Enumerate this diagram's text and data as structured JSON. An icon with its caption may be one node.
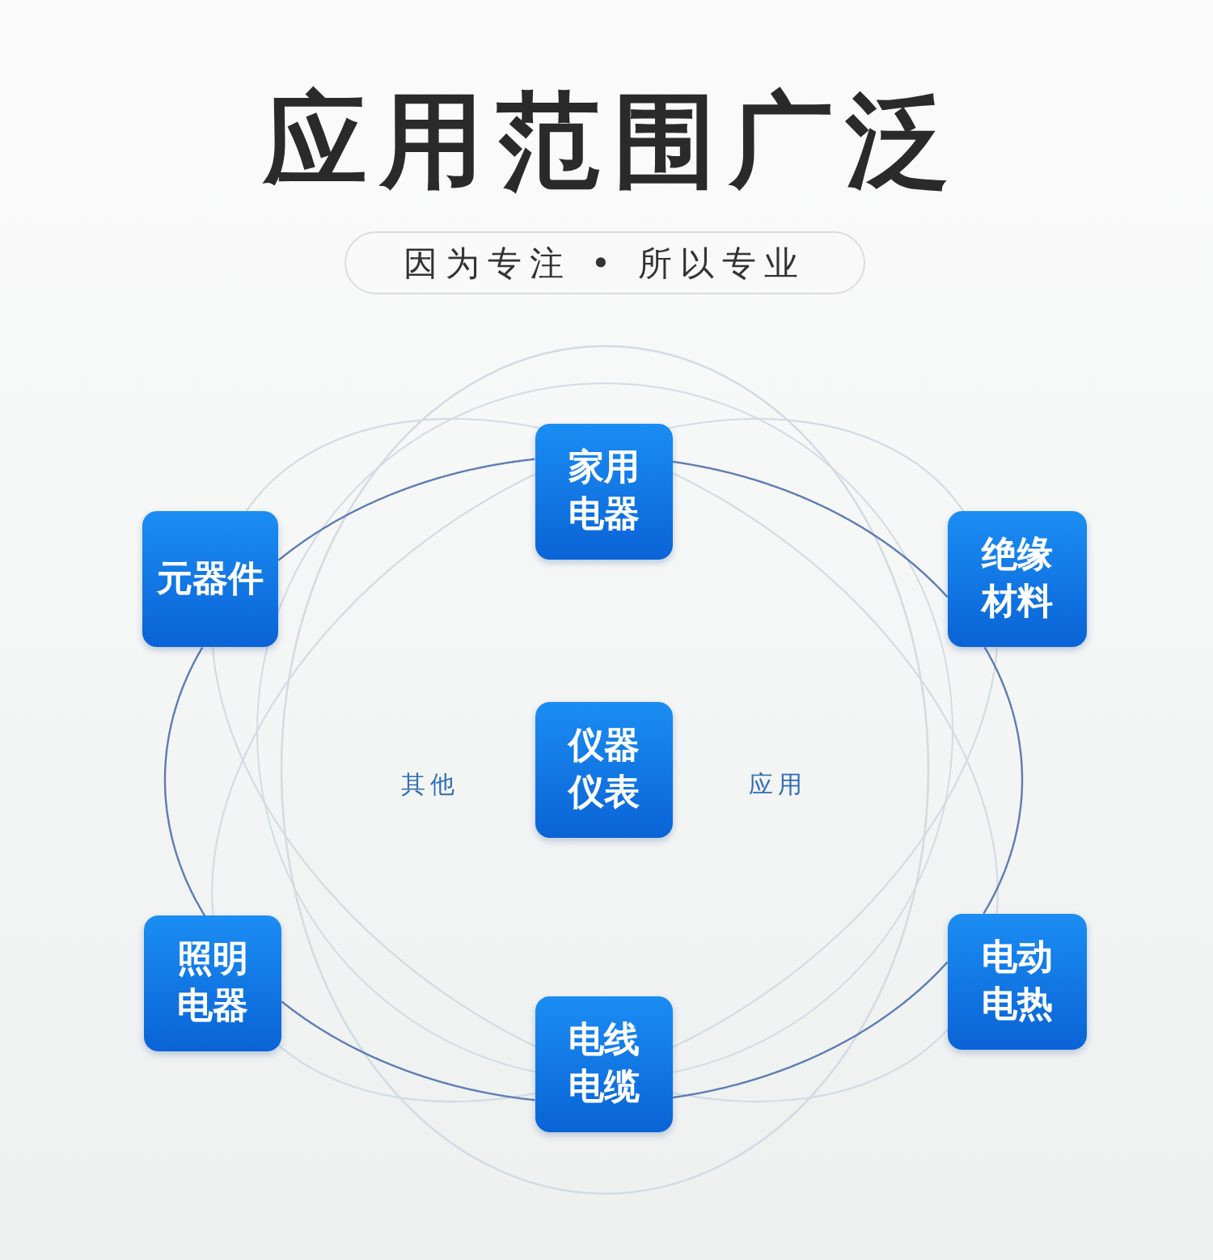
{
  "diagram": {
    "title": "应用范围广泛",
    "nodes": [
      {
        "text": [
          "因为专注 • 所以专业"
        ]
      },
      {
        "text": [
          "家用电器"
        ]
      },
      {
        "text": [
          "元器件"
        ]
      },
      {
        "text": [
          "绝缘材料"
        ]
      },
      {
        "text": [
          "仪器仪表"
        ]
      },
      {
        "text": [
          "照明电器"
        ]
      },
      {
        "text": [
          "电动电热"
        ]
      },
      {
        "text": [
          "电线电缆"
        ]
      }
    ],
    "edges": [
      {
        "from": 1,
        "to": 3,
        "arrow": "none"
      },
      {
        "from": 3,
        "to": 6,
        "arrow": "none"
      },
      {
        "from": 6,
        "to": 7,
        "arrow": "none"
      },
      {
        "from": 7,
        "to": 5,
        "arrow": "none"
      },
      {
        "from": 5,
        "to": 2,
        "arrow": "none"
      },
      {
        "from": 2,
        "to": 1,
        "arrow": "none"
      }
    ],
    "labels": [
      "其他",
      "应用"
    ]
  }
}
